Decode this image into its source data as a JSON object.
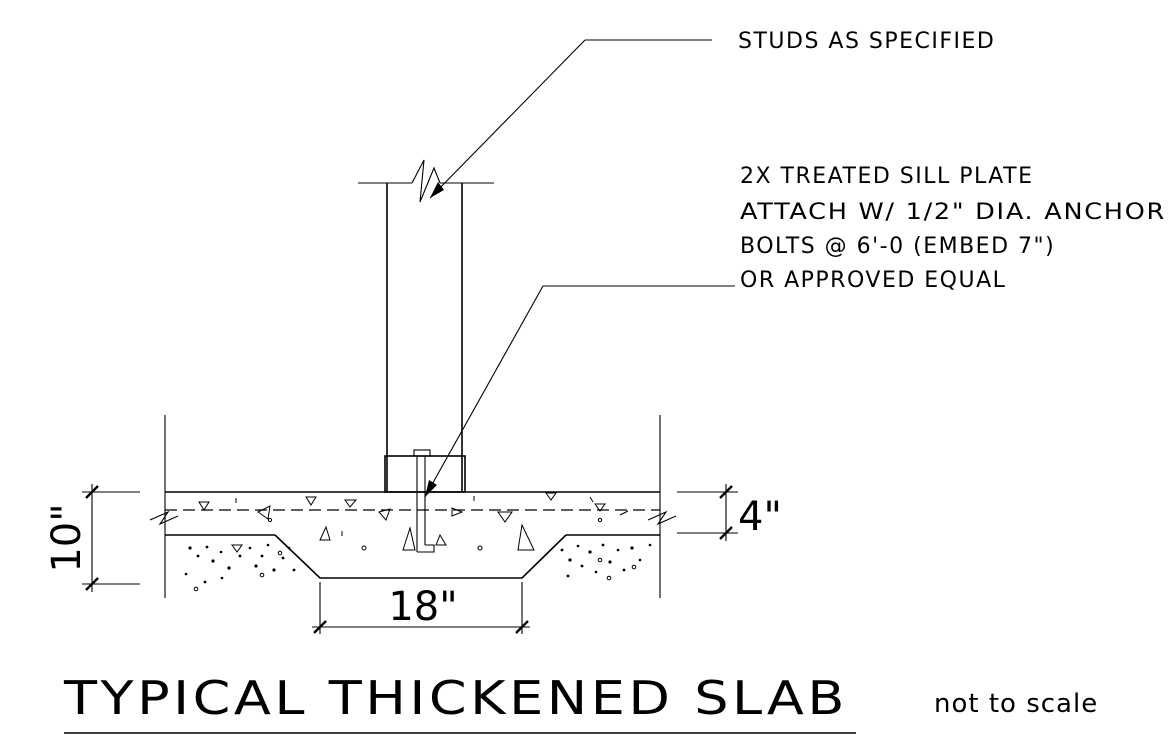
{
  "notes": {
    "studs": "STUDS AS SPECIFIED",
    "sill_plate": [
      "2X  TREATED SILL PLATE",
      "ATTACH W/ 1/2\" DIA. ANCHOR",
      "BOLTS @ 6'-0 (EMBED 7\")",
      "OR APPROVED EQUAL"
    ]
  },
  "dimensions": {
    "total_depth": "10\"",
    "slab_thickness": "4\"",
    "thickened_width": "18\""
  },
  "title": {
    "main": "TYPICAL THICKENED SLAB",
    "scale": "not to scale"
  },
  "colors": {
    "ink": "#000000",
    "background": "#ffffff"
  }
}
